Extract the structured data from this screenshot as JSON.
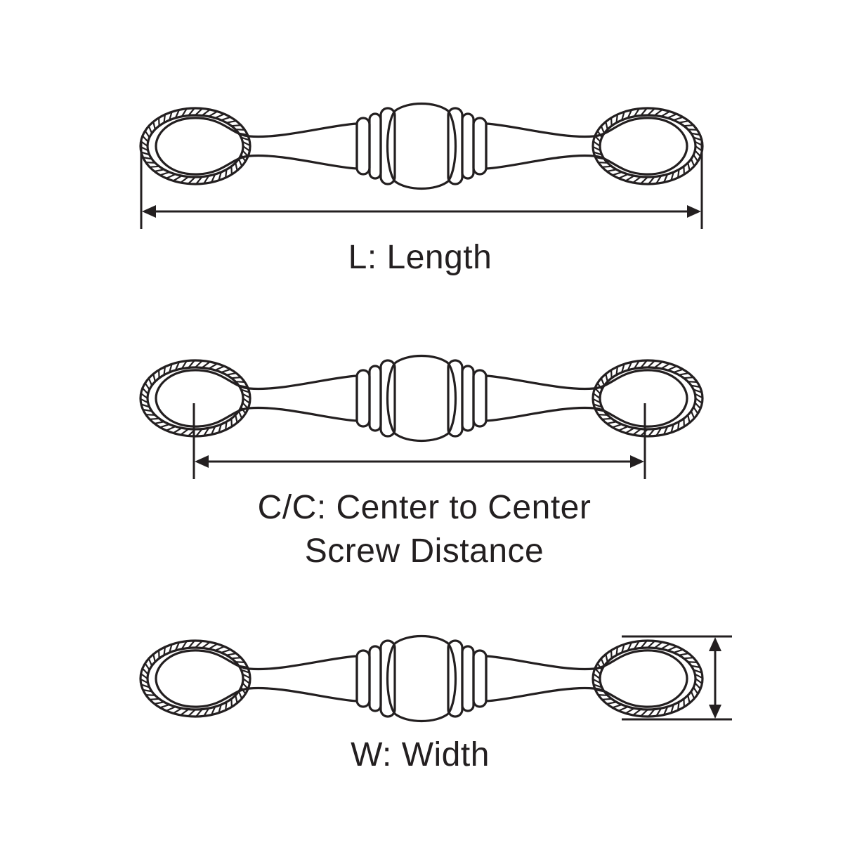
{
  "captions": {
    "length": "L:  Length",
    "center_line1": "C/C:  Center to Center",
    "center_line2": "Screw Distance",
    "width": "W:  Width"
  },
  "colors": {
    "ink": "#231f20",
    "background": "#ffffff"
  }
}
